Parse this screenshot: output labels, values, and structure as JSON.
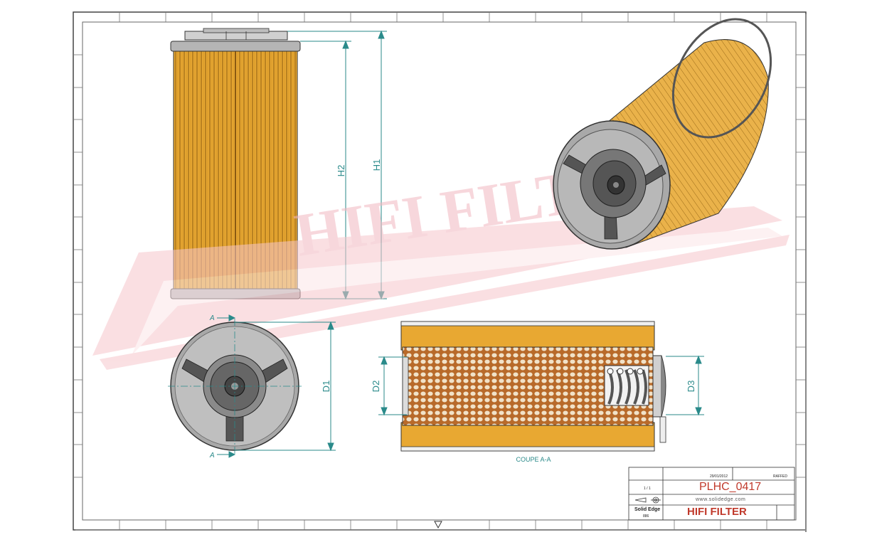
{
  "colors": {
    "accent": "#2a8a8a",
    "filter_media": "#e8a832",
    "watermark": "#f6c6cc",
    "end_cap": "#9a9a9a",
    "title_red": "#c0392b"
  },
  "watermark_text": "HIFI FILTER",
  "dimensions": {
    "h1": "H1",
    "h2": "H2",
    "d1": "D1",
    "d2": "D2",
    "d3": "D3",
    "section_mark": "A"
  },
  "section_caption": "COUPE A-A",
  "title_block": {
    "date": "29/01/2012",
    "ref_small": "RAFFED",
    "scale": "1 / 1",
    "part_ref": "PLHC_0417",
    "website": "www.solidedge.com",
    "software": "Solid Edge",
    "software_sub": "886",
    "brand": "HIFI FILTER"
  }
}
